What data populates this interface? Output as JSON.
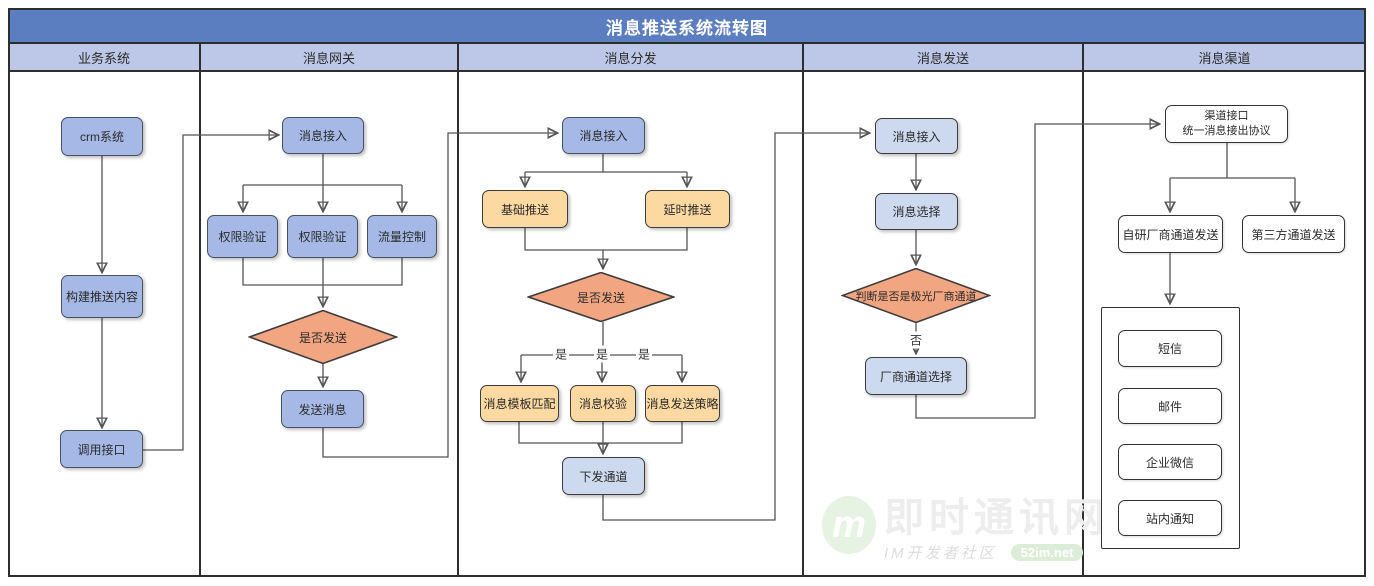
{
  "title": "消息推送系统流转图",
  "lanes": [
    {
      "header": "业务系统",
      "nodes": [
        {
          "label": "crm系统"
        },
        {
          "label": "构建推送内容"
        },
        {
          "label": "调用接口"
        }
      ]
    },
    {
      "header": "消息网关",
      "nodes": [
        {
          "label": "消息接入"
        },
        {
          "label": "权限验证"
        },
        {
          "label": "权限验证"
        },
        {
          "label": "流量控制"
        },
        {
          "label": "是否发送"
        },
        {
          "label": "发送消息"
        }
      ]
    },
    {
      "header": "消息分发",
      "nodes": [
        {
          "label": "消息接入"
        },
        {
          "label": "基础推送"
        },
        {
          "label": "延时推送"
        },
        {
          "label": "是否发送"
        },
        {
          "label": "消息模板匹配"
        },
        {
          "label": "消息校验"
        },
        {
          "label": "消息发送策略"
        },
        {
          "label": "下发通道"
        }
      ]
    },
    {
      "header": "消息发送",
      "nodes": [
        {
          "label": "消息接入"
        },
        {
          "label": "消息选择"
        },
        {
          "label": "判断是否是极光厂商通道"
        },
        {
          "label": "厂商通道选择"
        }
      ]
    },
    {
      "header": "消息渠道",
      "nodes": [
        {
          "label_line1": "渠道接口",
          "label_line2": "统一消息接出协议"
        },
        {
          "label": "自研厂商通道发送"
        },
        {
          "label": "第三方通道发送"
        },
        {
          "label": "短信"
        },
        {
          "label": "邮件"
        },
        {
          "label": "企业微信"
        },
        {
          "label": "站内通知"
        }
      ]
    }
  ],
  "edge_labels": {
    "yes_1": "是",
    "yes_2": "是",
    "yes_3": "是",
    "no": "否"
  },
  "colors": {
    "title_bg": "#5b7ec1",
    "header_bg": "#bdc8e8",
    "node_blue": "#a6b9e6",
    "node_tan": "#fbd9a1",
    "node_lightblue": "#cdd9ee",
    "node_white": "#ffffff",
    "diamond": "#f2a581",
    "line": "#555555",
    "border": "#2e2e2e"
  },
  "watermark": {
    "logo_letter": "m",
    "site_name": "即时通讯网",
    "subtitle": "IM开发者社区",
    "badge": "52im.net"
  }
}
